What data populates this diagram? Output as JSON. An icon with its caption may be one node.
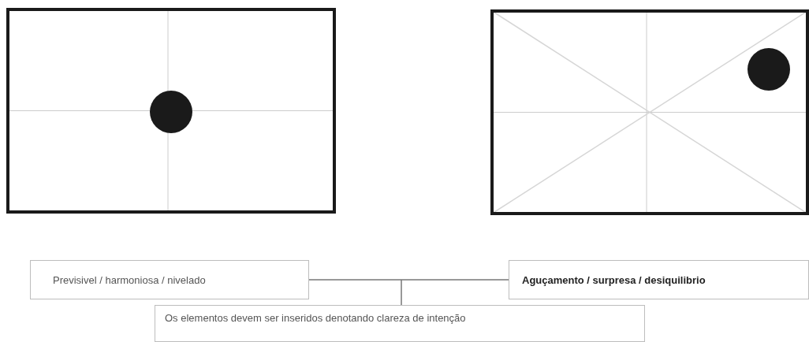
{
  "diagram": {
    "nodes": [
      {
        "text": [],
        "shape": "box"
      },
      {
        "text": [],
        "shape": "box"
      },
      {
        "text": [
          "Previsivel / harmoniosa / nivelado"
        ]
      },
      {
        "text": [
          "Aguçamento / surpresa / desiquilibrio"
        ]
      },
      {
        "text": [
          "Os elementos devem ser inseridos denotando clareza de intenção"
        ]
      }
    ],
    "edges": [
      {
        "from": 2,
        "to": 3,
        "arrow": "none"
      },
      {
        "from": 2,
        "to": 4,
        "arrow": "none"
      },
      {
        "from": 3,
        "to": 4,
        "arrow": "none"
      }
    ]
  }
}
